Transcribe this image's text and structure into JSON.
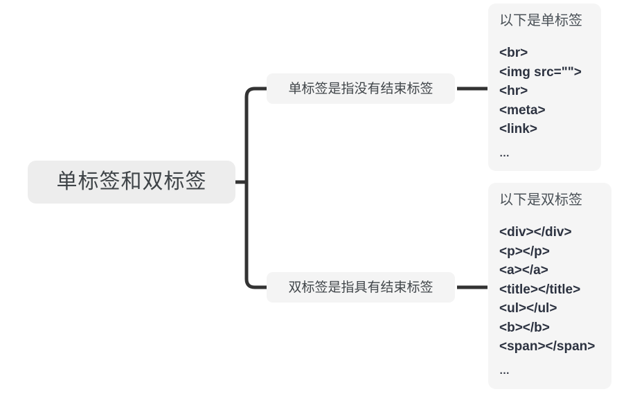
{
  "diagram": {
    "type": "mindmap",
    "title": "单标签和双标签",
    "root": {
      "label": "单标签和双标签"
    },
    "branches": [
      {
        "label": "单标签是指没有结束标签",
        "leaf": {
          "title": "以下是单标签",
          "lines": [
            "<br>",
            "<img src=\"\">",
            "<hr>",
            "<meta>",
            "<link>"
          ],
          "more": "…"
        }
      },
      {
        "label": "双标签是指具有结束标签",
        "leaf": {
          "title": "以下是双标签",
          "lines": [
            "<div></div>",
            "<p></p>",
            "<a></a>",
            "<title></title>",
            "<ul></ul>",
            "<b></b>",
            "<span></span>"
          ],
          "more": "…"
        }
      }
    ],
    "colors": {
      "background": "#ffffff",
      "root_fill": "#ededed",
      "branch_fill": "#f4f4f4",
      "leaf_fill": "#f5f5f5",
      "connector": "#333333",
      "root_text": "#3f4448",
      "branch_text": "#41464a",
      "leaf_title_text": "#4a5157",
      "code_text": "#2c3240"
    }
  }
}
